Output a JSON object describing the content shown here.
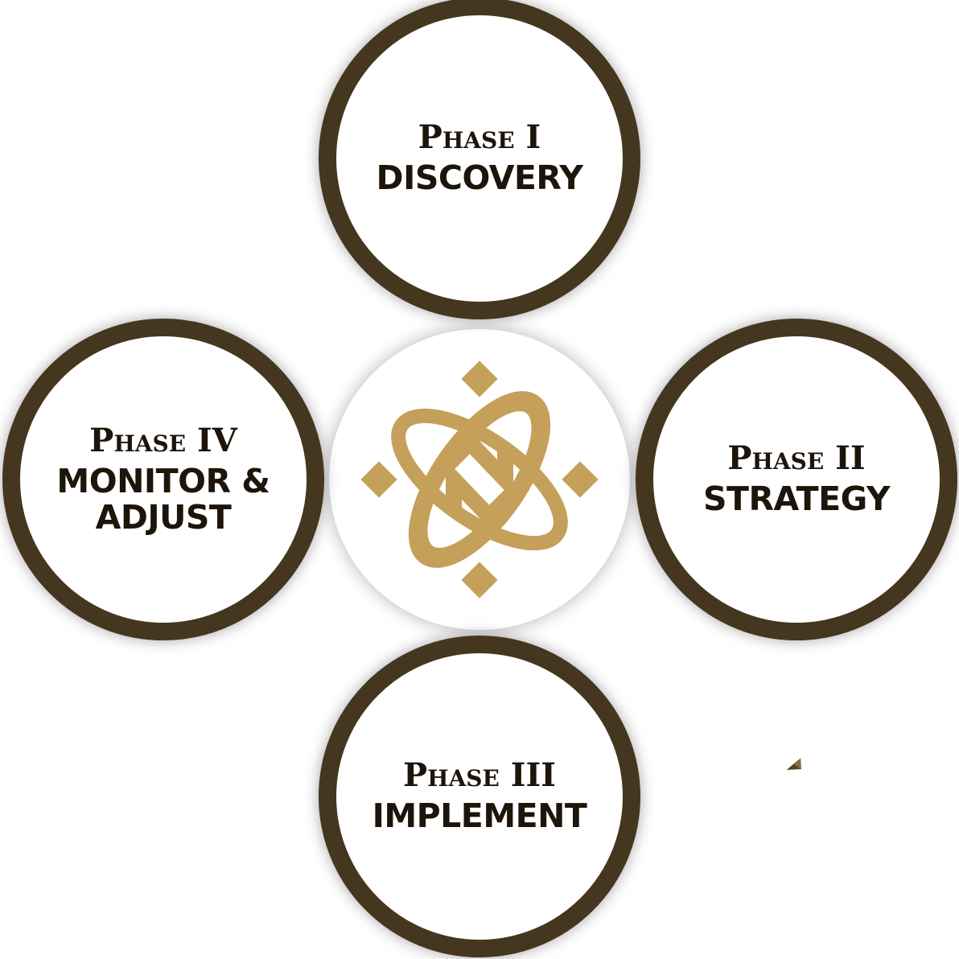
{
  "colors": {
    "segment_top": "#c5a05a",
    "segment_right": "#8a6d3e",
    "segment_bottom": "#564628",
    "segment_left": "#d2b17a",
    "ring": "#453620",
    "logo": "#c5a05a",
    "text": "#1d140a"
  },
  "phases": [
    {
      "label": "Phase I",
      "title": "DISCOVERY"
    },
    {
      "label": "Phase II",
      "title": "STRATEGY"
    },
    {
      "label": "Phase III",
      "title": "IMPLEMENT"
    },
    {
      "label": "Phase IV",
      "title": "MONITOR & ADJUST"
    }
  ],
  "center": {
    "icon": "knot-monogram-logo"
  }
}
